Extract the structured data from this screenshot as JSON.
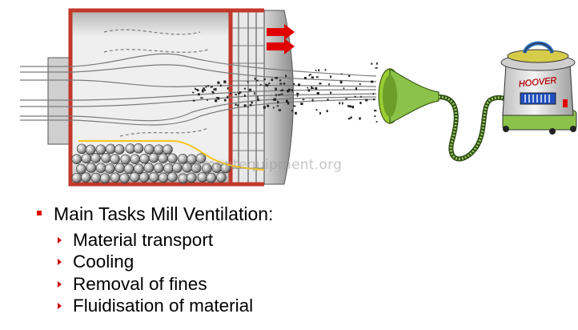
{
  "watermark": "cementequipment.org",
  "vacuum_brand": "HOOVER",
  "bullets": {
    "main": "Main Tasks Mill Ventilation:",
    "items": [
      "Material transport",
      "Cooling",
      "Removal of fines",
      "Fluidisation of material"
    ]
  },
  "colors": {
    "mill_frame": "#c0392b",
    "arrows": "#e00000",
    "funnel": "#9acd32",
    "hose": "#7cb342",
    "vacuum_body": "#d9d9d9",
    "vacuum_base": "#8bc34a",
    "bullet_square": "#e00000",
    "sub_arrow": "#cc0000"
  }
}
